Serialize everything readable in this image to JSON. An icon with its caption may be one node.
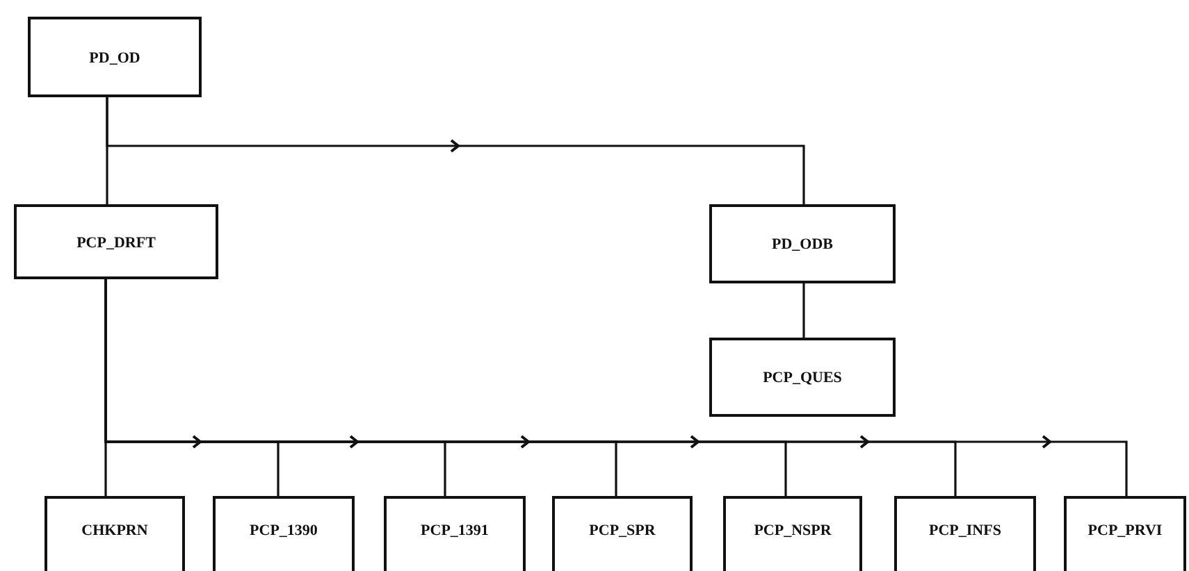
{
  "diagram": {
    "nodes": [
      {
        "text": [
          "PD_OD"
        ]
      },
      {
        "text": [
          "PCP_DRFT"
        ]
      },
      {
        "text": [
          "PD_ODB"
        ]
      },
      {
        "text": [
          "PCP_QUES"
        ]
      },
      {
        "text": [
          "CHKPRN"
        ]
      },
      {
        "text": [
          "PCP_1390"
        ]
      },
      {
        "text": [
          "PCP_1391"
        ]
      },
      {
        "text": [
          "PCP_SPR"
        ]
      },
      {
        "text": [
          "PCP_NSPR"
        ]
      },
      {
        "text": [
          "PCP_INFS"
        ]
      },
      {
        "text": [
          "PCP_PRVI"
        ]
      }
    ],
    "edges": [
      {
        "from": 0,
        "to": 1,
        "arrow": "none"
      },
      {
        "from": 0,
        "to": 2,
        "arrow": "to"
      },
      {
        "from": 2,
        "to": 3,
        "arrow": "none"
      },
      {
        "from": 1,
        "to": 4,
        "arrow": "none"
      },
      {
        "from": 1,
        "to": 5,
        "arrow": "to"
      },
      {
        "from": 1,
        "to": 6,
        "arrow": "to"
      },
      {
        "from": 1,
        "to": 7,
        "arrow": "to"
      },
      {
        "from": 1,
        "to": 8,
        "arrow": "to"
      },
      {
        "from": 1,
        "to": 9,
        "arrow": "to"
      },
      {
        "from": 1,
        "to": 10,
        "arrow": "to"
      }
    ]
  }
}
